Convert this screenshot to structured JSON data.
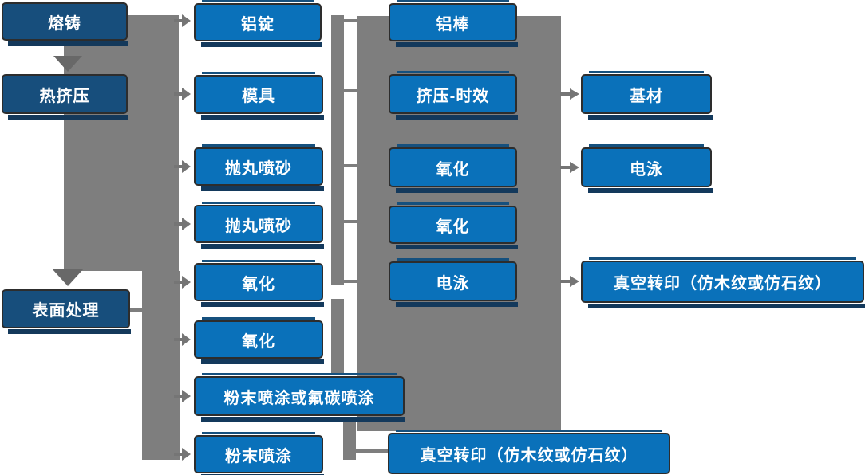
{
  "flow": {
    "stages": [
      "熔铸",
      "热挤压",
      "表面处理"
    ],
    "col2": [
      "铝锭",
      "模具",
      "抛丸喷砂",
      "抛丸喷砂",
      "氧化",
      "氧化",
      "粉末喷涂或氟碳喷涂",
      "粉末喷涂"
    ],
    "col3": [
      "铝棒",
      "挤压-时效",
      "氧化",
      "氧化",
      "电泳",
      "真空转印（仿木纹或仿石纹）"
    ],
    "col4": [
      "基材",
      "电泳",
      "真空转印（仿木纹或仿石纹）"
    ]
  },
  "colors": {
    "stage_box": "#174E7C",
    "process_box": "#0A71BA",
    "connector_gray": "#7E7E7E",
    "arrow_gray": "#686868",
    "box_border": "#2D2D2D",
    "text": "#FFFFFF"
  }
}
